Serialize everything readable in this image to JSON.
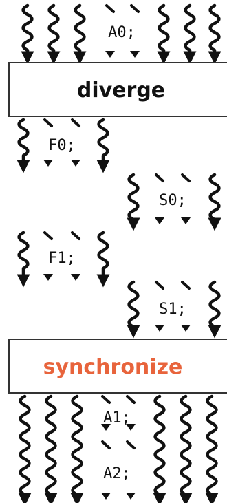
{
  "colors": {
    "ink": "#111111",
    "diverge_text": "#111111",
    "synchronize_text": "#e8643c",
    "box_border": "#333333"
  },
  "labels": {
    "a0": "A0;",
    "diverge": "diverge",
    "f0": "F0;",
    "s0": "S0;",
    "f1": "F1;",
    "s1": "S1;",
    "synchronize": "synchronize",
    "a1": "A1;",
    "a2": "A2;"
  }
}
